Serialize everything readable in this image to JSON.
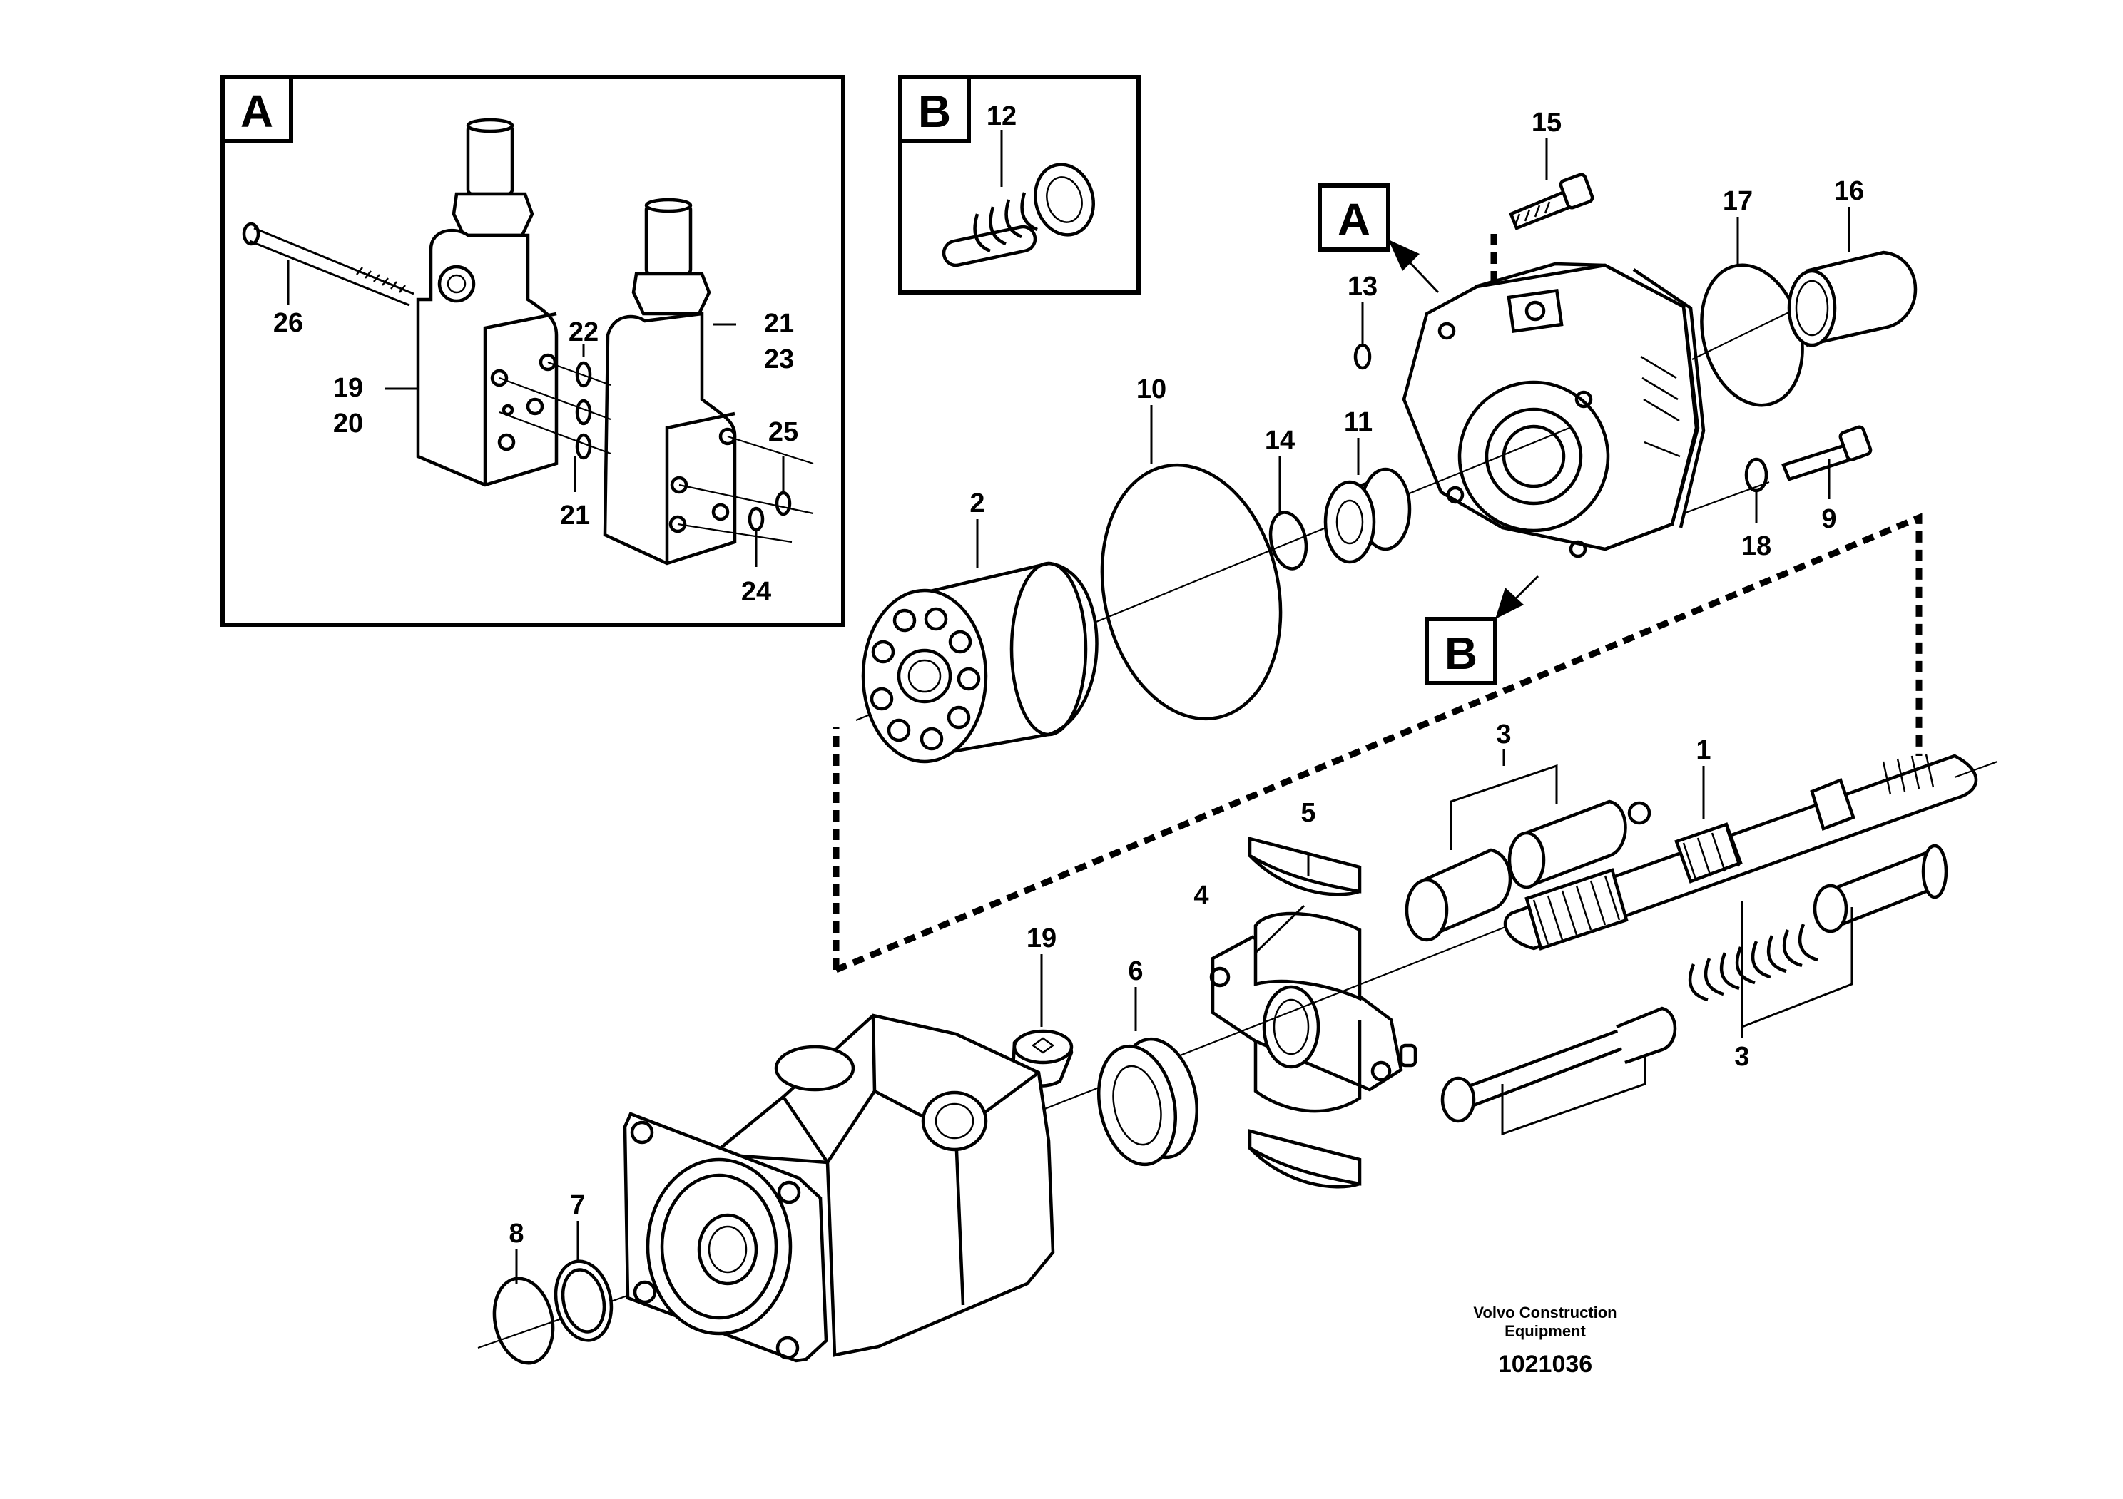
{
  "detail_boxes": [
    {
      "letter": "A"
    },
    {
      "letter": "B"
    }
  ],
  "reference_letters": [
    {
      "letter": "A"
    },
    {
      "letter": "B"
    }
  ],
  "callouts": [
    "1",
    "2",
    "3",
    "3",
    "4",
    "5",
    "6",
    "7",
    "8",
    "9",
    "10",
    "11",
    "12",
    "13",
    "14",
    "15",
    "16",
    "17",
    "18",
    "19",
    "20",
    "22",
    "21",
    "21",
    "23",
    "25",
    "24",
    "24",
    "26"
  ],
  "footer": {
    "company_line1": "Volvo Construction",
    "company_line2": "Equipment",
    "drawing_number": "1021036"
  }
}
